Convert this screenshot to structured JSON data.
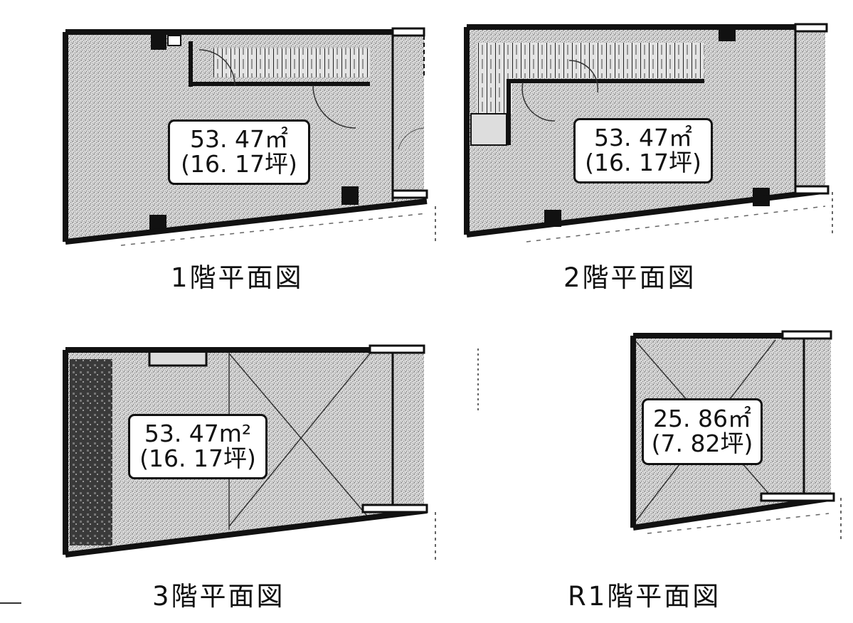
{
  "plans": [
    {
      "caption": "1階平面図",
      "area": "53. 47㎡",
      "tsubo": "(16. 17坪)"
    },
    {
      "caption": "2階平面図",
      "area": "53. 47㎡",
      "tsubo": "(16. 17坪)"
    },
    {
      "caption": "3階平面図",
      "area": "53. 47m²",
      "tsubo": "(16. 17坪)"
    },
    {
      "caption": "R1階平面図",
      "area": "25. 86㎡",
      "tsubo": "(7. 82坪)"
    }
  ],
  "colors": {
    "wall": "#111111",
    "floor": "#cfcfcf",
    "background": "#ffffff"
  }
}
